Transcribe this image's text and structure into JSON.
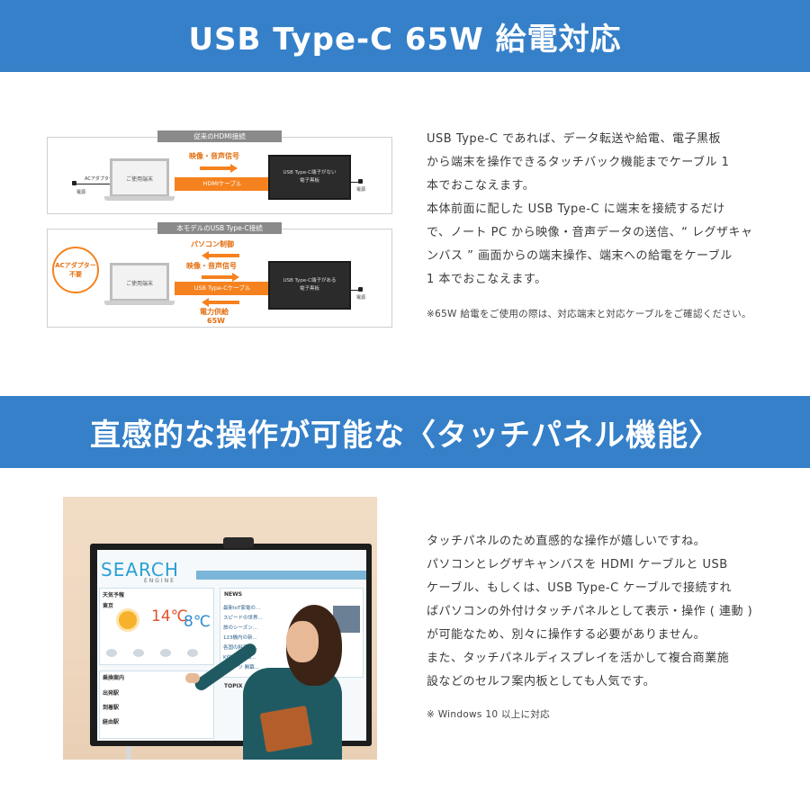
{
  "section1": {
    "title": "USB Type-C 65W 給電対応",
    "paragraph": [
      "USB Type-C であれば、データ転送や給電、電子黒板",
      "から端末を操作できるタッチバック機能までケーブル 1",
      "本でおこなえます。",
      "本体前面に配した USB Type-C に端末を接続するだけ",
      "で、ノート PC から映像・音声データの送信、“ レグザキャ",
      "ンバス ” 画面からの端末操作、端末への給電をケーブル",
      "1 本でおこなえます。"
    ],
    "note": "※65W 給電をご使用の際は、対応端末と対応ケーブルをご確認ください。",
    "diagram": {
      "top_label": "従来のHDMI接続",
      "top_ac_adapter": "ACアダプター",
      "top_power": "電源",
      "top_laptop": "ご使用端末",
      "top_signal": "映像・音声信号",
      "top_cable": "HDMIケーブル",
      "top_tv_line1": "USB Type-C端子がない",
      "top_tv_line2": "電子黒板",
      "top_tv_power": "電源",
      "bottom_label": "本モデルのUSB Type-C接続",
      "bottom_ac_line1": "ACアダプター",
      "bottom_ac_line2": "不要",
      "bottom_pc_control": "パソコン制御",
      "bottom_signal": "映像・音声信号",
      "bottom_laptop": "ご使用端末",
      "bottom_cable": "USB Type-Cケーブル",
      "bottom_tv_line1": "USB Type-C端子がある",
      "bottom_tv_line2": "電子黒板",
      "bottom_tv_power": "電源",
      "bottom_power_line1": "電力供給",
      "bottom_power_line2": "65W"
    }
  },
  "section2": {
    "title": "直感的な操作が可能な〈タッチパネル機能〉",
    "paragraph": [
      "タッチパネルのため直感的な操作が嬉しいですね。",
      "パソコンとレグザキャンバスを HDMI ケーブルと USB",
      "ケーブル、もしくは、USB Type-C ケーブルで接続すれ",
      "ばパソコンの外付けタッチパネルとして表示・操作 ( 連動 )",
      "が可能なため、別々に操作する必要がありません。",
      "また、タッチパネルディスプレイを活かして複合商業施",
      "設などのセルフ案内板としても人気です。"
    ],
    "note": "※ Windows 10 以上に対応",
    "photo": {
      "search_logo": "SEARCH",
      "engine": "ENGINE",
      "weather_head": "天気予報",
      "city": "東京",
      "temp_hi": "14℃",
      "temp_lo": "8℃",
      "news_head": "NEWS",
      "news_items": [
        "最新IoT家電の...",
        "スピードの世界...",
        "旅のシーズン...",
        "123機内の新...",
        "各国の料理を...",
        "K付きの映画...",
        "スポーツ 開幕..."
      ],
      "topix": "TOPIX",
      "transit_head": "乗換案内",
      "transit_rows": [
        "出発駅",
        "到着駅",
        "経由駅"
      ]
    }
  },
  "colors": {
    "banner": "#3580c9",
    "accent_orange": "#f5821f"
  }
}
